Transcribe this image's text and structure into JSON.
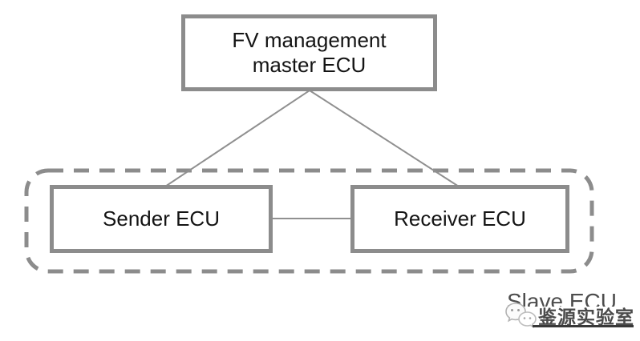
{
  "diagram": {
    "nodes": {
      "master": {
        "line1": "FV management",
        "line2": "master ECU"
      },
      "sender": {
        "label": "Sender ECU"
      },
      "receiver": {
        "label": "Receiver ECU"
      }
    },
    "edges": [
      {
        "from": "master",
        "to": "sender"
      },
      {
        "from": "master",
        "to": "receiver"
      },
      {
        "from": "sender",
        "to": "receiver"
      }
    ],
    "group": {
      "label": "Slave ECU",
      "style": "dashed-rounded-rectangle"
    },
    "watermark": {
      "text": "鉴源实验室",
      "logo": "wechat-chat-bubbles"
    }
  },
  "colors": {
    "box_border": "#8c8c8c",
    "connector": "#909090",
    "label_text": "#141414",
    "slave_label_text": "#4d4d4d",
    "watermark_text": "#4b4b4b",
    "watermark_underline": "#383838",
    "background": "#ffffff"
  }
}
